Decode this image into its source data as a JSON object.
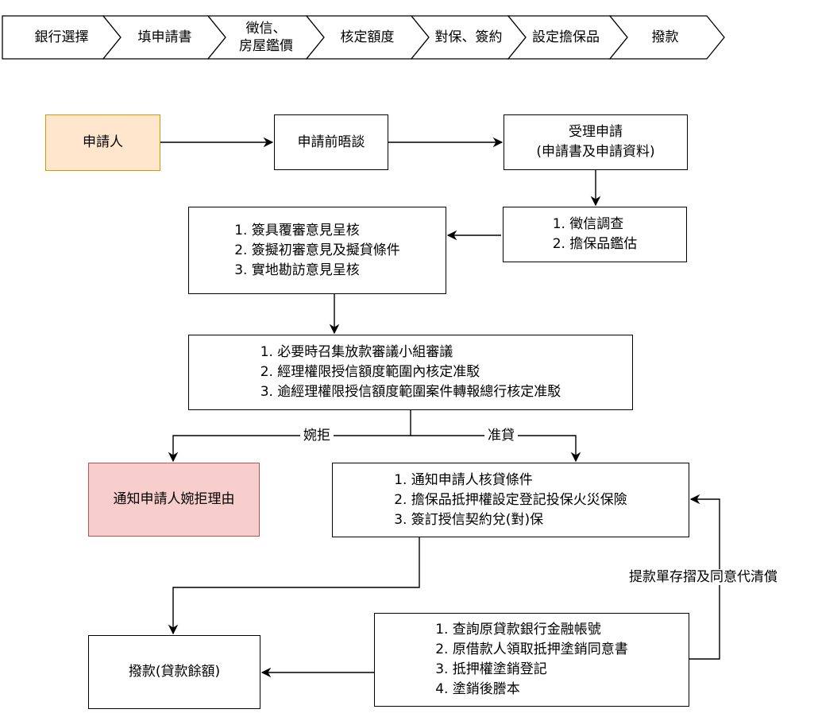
{
  "process_bar": [
    {
      "id": "s1",
      "label": "銀行選擇"
    },
    {
      "id": "s2",
      "label": "填申請書"
    },
    {
      "id": "s3",
      "label_line1": "徵信、",
      "label_line2": "房屋鑑價"
    },
    {
      "id": "s4",
      "label": "核定額度"
    },
    {
      "id": "s5",
      "label": "對保、簽約"
    },
    {
      "id": "s6",
      "label": "設定擔保品"
    },
    {
      "id": "s7",
      "label": "撥款"
    }
  ],
  "nodes": {
    "applicant": "申請人",
    "pre_interview": "申請前晤談",
    "accept": {
      "line1": "受理申請",
      "line2": "(申請書及申請資料)"
    },
    "credit_check": {
      "items": [
        "1. 徵信調查",
        "2. 擔保品鑑估"
      ]
    },
    "review": {
      "items": [
        "1. 簽具覆審意見呈核",
        "2. 簽擬初審意見及擬貸條件",
        "3. 實地勘訪意見呈核"
      ]
    },
    "approval": {
      "items": [
        "1. 必要時召集放款審議小組審議",
        "2. 經理權限授信額度範圍內核定准駁",
        "3. 逾經理權限授信額度範圍案件轉報總行核定准駁"
      ]
    },
    "reject_notice": "通知申請人婉拒理由",
    "approve_steps": {
      "items": [
        "1. 通知申請人核貸條件",
        "2. 擔保品抵押權設定登記投保火災保險",
        "3. 簽訂授信契約兌(對)保"
      ]
    },
    "payoff_steps": {
      "items": [
        "1. 查詢原貸款銀行金融帳號",
        "2. 原借款人領取抵押塗銷同意書",
        "3. 抵押權塗銷登記",
        "4. 塗銷後謄本"
      ]
    },
    "disburse": "撥款(貸款餘額)"
  },
  "edge_labels": {
    "reject": "婉拒",
    "approve": "准貸",
    "payoff": "提款單存摺及同意代清償"
  },
  "colors": {
    "applicant_fill": "#ffe6cc",
    "applicant_stroke": "#d79b00",
    "reject_fill": "#f8cecc",
    "reject_stroke": "#b85450"
  }
}
